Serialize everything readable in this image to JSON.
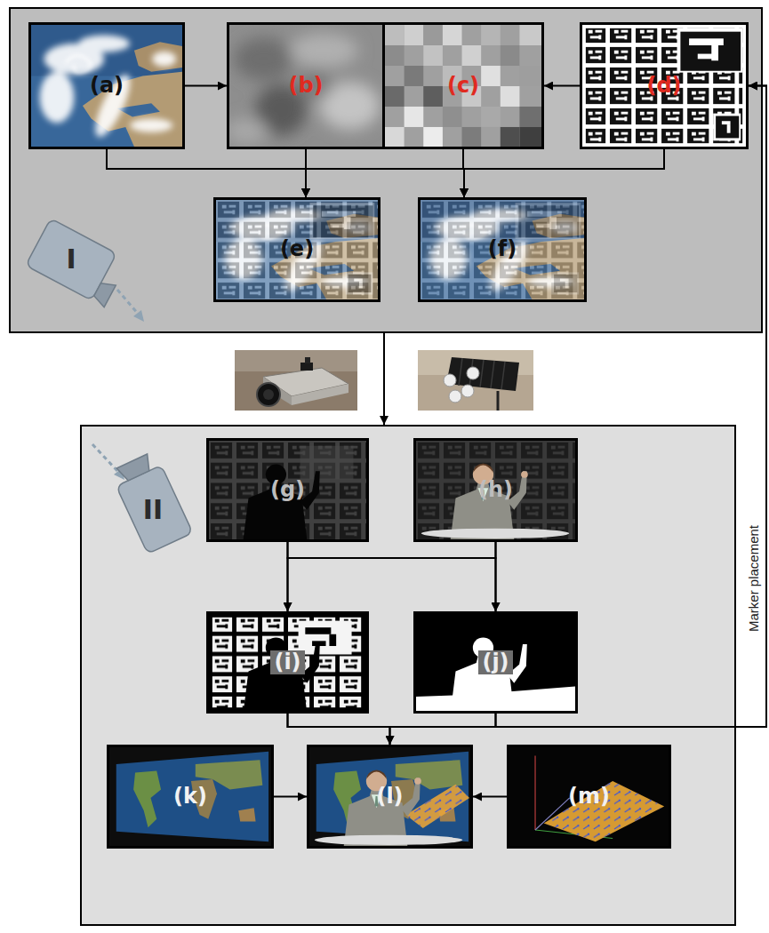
{
  "diagram": {
    "nodes": [
      {
        "text": [
          "I"
        ]
      },
      {
        "text": [
          "(a)"
        ],
        "in": 0
      },
      {
        "text": [
          "(b)"
        ],
        "in": 0
      },
      {
        "text": [
          "(c)"
        ],
        "in": 0
      },
      {
        "text": [
          "(d)"
        ],
        "in": 0
      },
      {
        "text": [
          "(e)"
        ],
        "in": 0
      },
      {
        "text": [
          "(f)"
        ],
        "in": 0
      },
      {
        "text": [
          "II"
        ]
      },
      {
        "text": [
          "(g)"
        ],
        "in": 7
      },
      {
        "text": [
          "(h)"
        ],
        "in": 7
      },
      {
        "text": [
          "(i)"
        ],
        "in": 7
      },
      {
        "text": [
          "(j)"
        ],
        "in": 7
      },
      {
        "text": [
          "(k)"
        ],
        "in": 7
      },
      {
        "text": [
          "(l)"
        ],
        "in": 7
      },
      {
        "text": [
          "(m)"
        ],
        "in": 7
      }
    ],
    "edges": [
      {
        "from": 1,
        "to": 2,
        "arrow": "to"
      },
      {
        "from": 4,
        "to": 3,
        "arrow": "to"
      },
      {
        "from": 1,
        "to": 5,
        "arrow": "to"
      },
      {
        "from": 2,
        "to": 5,
        "arrow": "to"
      },
      {
        "from": 4,
        "to": 5,
        "arrow": "to"
      },
      {
        "from": 1,
        "to": 6,
        "arrow": "to"
      },
      {
        "from": 3,
        "to": 6,
        "arrow": "to"
      },
      {
        "from": 4,
        "to": 6,
        "arrow": "to"
      },
      {
        "from": 0,
        "to": 7,
        "arrow": "to"
      },
      {
        "from": 8,
        "to": 10,
        "arrow": "to"
      },
      {
        "from": 8,
        "to": 11,
        "arrow": "to"
      },
      {
        "from": 9,
        "to": 10,
        "arrow": "to"
      },
      {
        "from": 9,
        "to": 11,
        "arrow": "to"
      },
      {
        "from": 10,
        "to": 13,
        "arrow": "to"
      },
      {
        "from": 11,
        "to": 13,
        "arrow": "to"
      },
      {
        "from": 10,
        "to": 4,
        "label": "Marker placement",
        "arrow": "to"
      },
      {
        "from": 11,
        "to": 4,
        "arrow": "to"
      },
      {
        "from": 12,
        "to": 13,
        "arrow": "to"
      },
      {
        "from": 14,
        "to": 13,
        "arrow": "to"
      }
    ]
  }
}
